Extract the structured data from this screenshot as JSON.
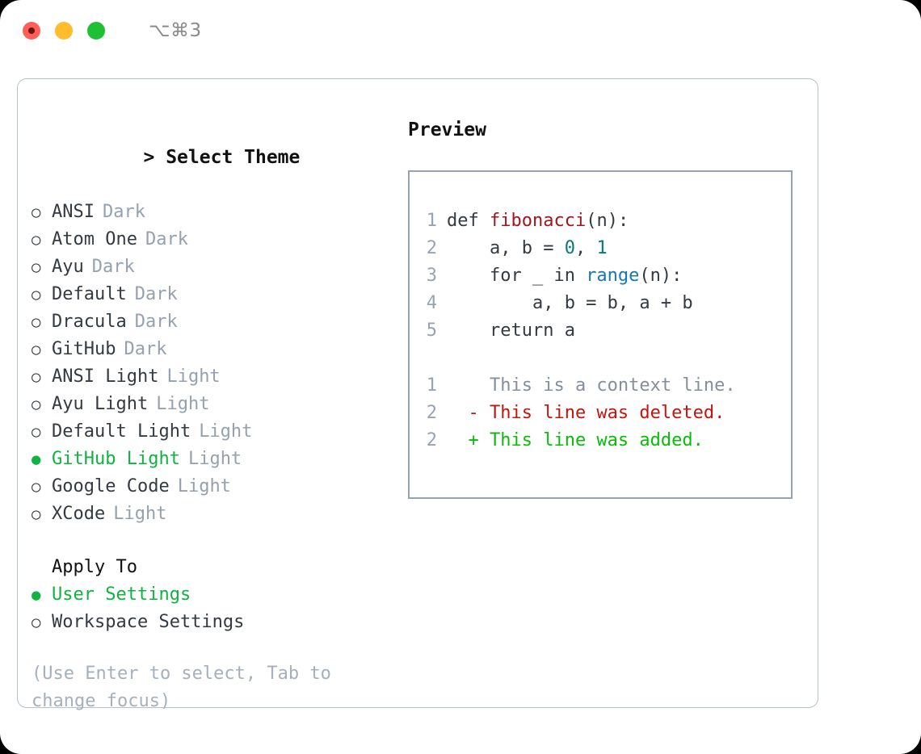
{
  "titlebar": {
    "shortcut": "⌥⌘3",
    "dots": [
      "close-red",
      "minimize-yellow",
      "zoom-green"
    ]
  },
  "theme_list": {
    "header": "Select Theme",
    "header_marker": ">",
    "marker_selected": "●",
    "marker_unselected": "○",
    "items": [
      {
        "label": "ANSI",
        "tag": "Dark",
        "selected": false
      },
      {
        "label": "Atom One",
        "tag": "Dark",
        "selected": false
      },
      {
        "label": "Ayu",
        "tag": "Dark",
        "selected": false
      },
      {
        "label": "Default",
        "tag": "Dark",
        "selected": false
      },
      {
        "label": "Dracula",
        "tag": "Dark",
        "selected": false
      },
      {
        "label": "GitHub",
        "tag": "Dark",
        "selected": false
      },
      {
        "label": "ANSI Light",
        "tag": "Light",
        "selected": false
      },
      {
        "label": "Ayu Light",
        "tag": "Light",
        "selected": false
      },
      {
        "label": "Default Light",
        "tag": "Light",
        "selected": false
      },
      {
        "label": "GitHub Light",
        "tag": "Light",
        "selected": true
      },
      {
        "label": "Google Code",
        "tag": "Light",
        "selected": false
      },
      {
        "label": "XCode",
        "tag": "Light",
        "selected": false
      }
    ]
  },
  "apply_to": {
    "title": "Apply To",
    "options": [
      {
        "label": "User Settings",
        "selected": true
      },
      {
        "label": "Workspace Settings",
        "selected": false
      }
    ]
  },
  "hint": "(Use Enter to select, Tab to change focus)",
  "preview": {
    "title": "Preview",
    "code_lines": [
      {
        "num": "1",
        "tokens": [
          {
            "text": "def ",
            "type": "plain"
          },
          {
            "text": "fibonacci",
            "type": "fn"
          },
          {
            "text": "(n):",
            "type": "plain"
          }
        ]
      },
      {
        "num": "2",
        "tokens": [
          {
            "text": "    a, b = ",
            "type": "plain"
          },
          {
            "text": "0",
            "type": "num"
          },
          {
            "text": ", ",
            "type": "plain"
          },
          {
            "text": "1",
            "type": "num"
          }
        ]
      },
      {
        "num": "3",
        "tokens": [
          {
            "text": "    for _ in ",
            "type": "plain"
          },
          {
            "text": "range",
            "type": "kw"
          },
          {
            "text": "(n):",
            "type": "plain"
          }
        ]
      },
      {
        "num": "4",
        "tokens": [
          {
            "text": "        a, b = b, a + b",
            "type": "plain"
          }
        ]
      },
      {
        "num": "5",
        "tokens": [
          {
            "text": "    return a",
            "type": "plain"
          }
        ]
      }
    ],
    "diff_lines": [
      {
        "num": "1",
        "sign": " ",
        "text": " This is a context line.",
        "kind": "context"
      },
      {
        "num": "2",
        "sign": "-",
        "text": " This line was deleted.",
        "kind": "del"
      },
      {
        "num": "2",
        "sign": "+",
        "text": " This line was added.",
        "kind": "add"
      }
    ]
  },
  "colors": {
    "accent_green": "#0fb33f",
    "muted": "#96a1b0",
    "border": "#94a3b4",
    "panel_border": "#b6c0cc",
    "code_fn": "#a3151c",
    "code_num": "#0b7a77",
    "code_kw": "#1778b5",
    "diff_del": "#c5140c",
    "diff_add": "#07bd07"
  }
}
